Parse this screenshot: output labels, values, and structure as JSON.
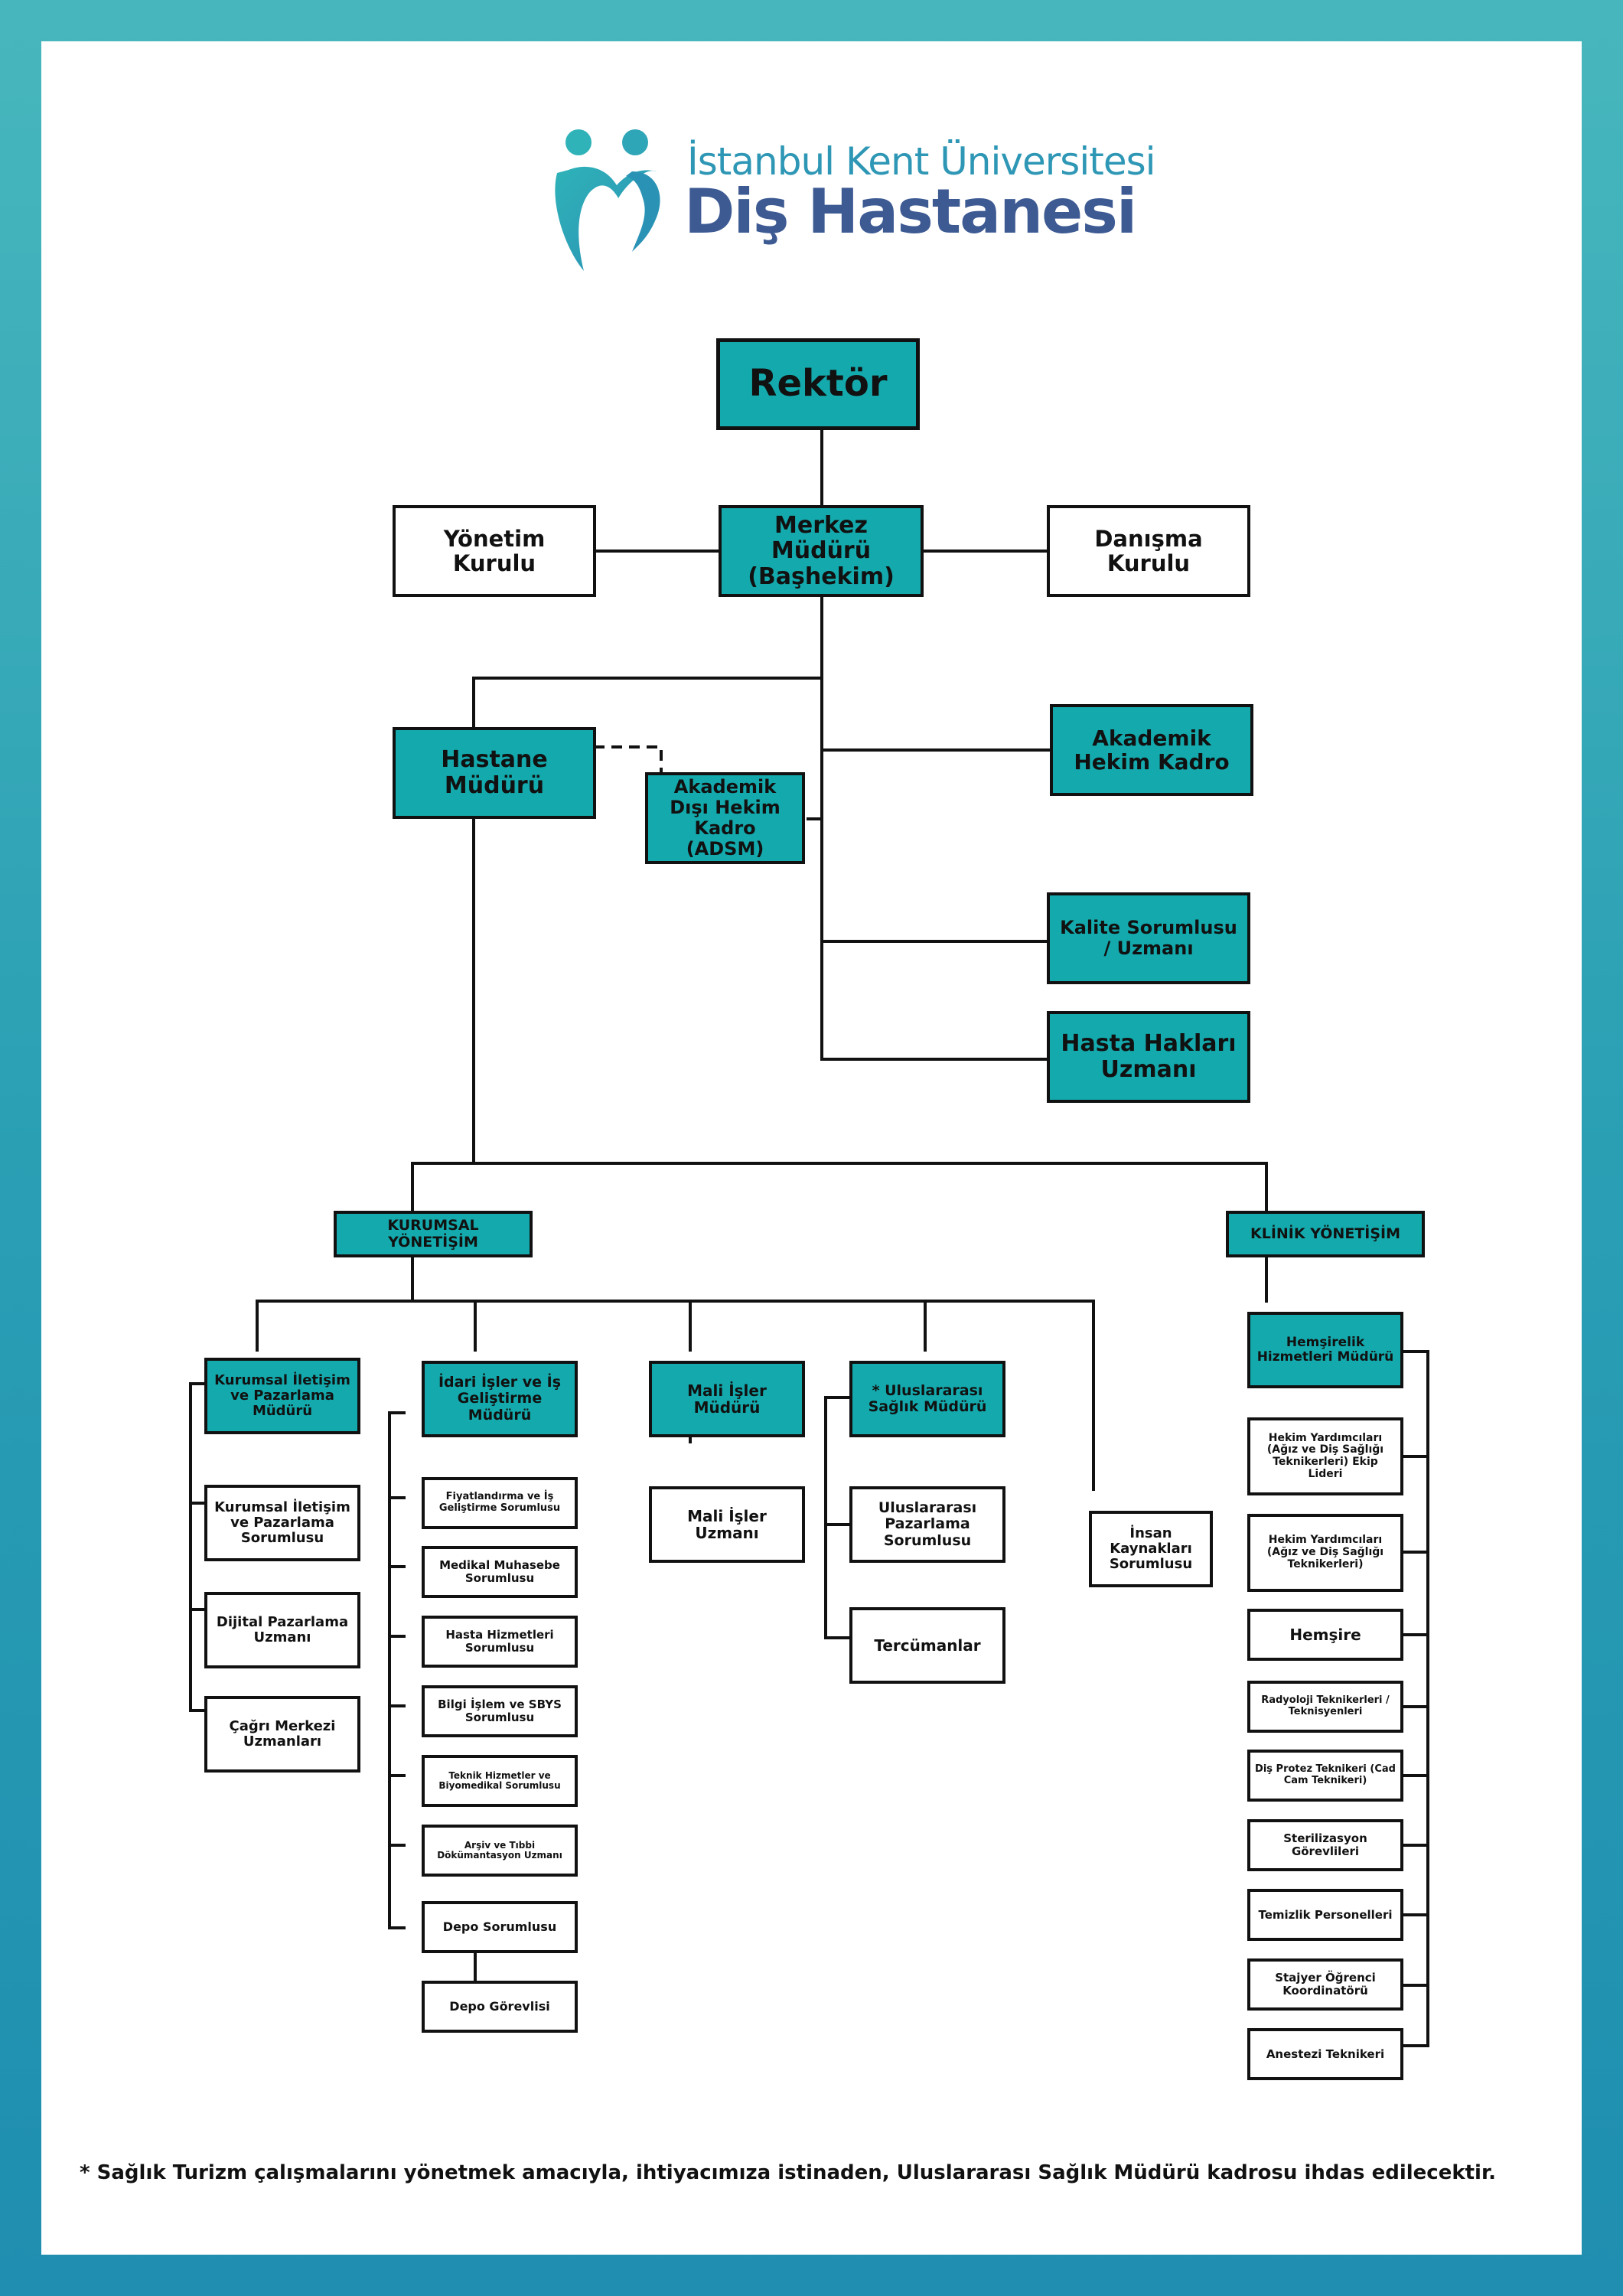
{
  "header": {
    "university": "İstanbul Kent Üniversitesi",
    "hospital": "Diş Hastanesi"
  },
  "colors": {
    "accent": "#14aaad",
    "brand_dark": "#3d5a93",
    "brand_light": "#2e97b5",
    "frame": "#2a9fb4"
  },
  "chart": {
    "rektor": "Rektör",
    "yonetim": "Yönetim Kurulu",
    "merkez": "Merkez Müdürü (Başhekim)",
    "danisma": "Danışma Kurulu",
    "hastane": "Hastane Müdürü",
    "adsm": "Akademik Dışı Hekim Kadro (ADSM)",
    "akademik": "Akademik Hekim Kadro",
    "kalite": "Kalite Sorumlusu / Uzmanı",
    "hasta_haklari": "Hasta Hakları Uzmanı",
    "kurumsal_yonetisim": "KURUMSAL YÖNETİŞİM",
    "klinik_yonetisim": "KLİNİK YÖNETİŞİM",
    "kurumsal_iletisim_mudur": "Kurumsal İletişim ve Pazarlama Müdürü",
    "kurumsal_iletisim_sorumlu": "Kurumsal İletişim ve Pazarlama Sorumlusu",
    "dijital": "Dijital Pazarlama Uzmanı",
    "cagri": "Çağrı Merkezi Uzmanları",
    "idari_mudur": "İdari İşler ve İş Geliştirme Müdürü",
    "fiyat": "Fiyatlandırma ve İş Geliştirme Sorumlusu",
    "medikal": "Medikal Muhasebe Sorumlusu",
    "hasta_hiz": "Hasta Hizmetleri Sorumlusu",
    "bilgi": "Bilgi İşlem ve SBYS Sorumlusu",
    "teknik": "Teknik Hizmetler ve Biyomedikal Sorumlusu",
    "arsiv": "Arşiv ve Tıbbi Dökümantasyon Uzmanı",
    "depo_sor": "Depo Sorumlusu",
    "depo_gor": "Depo Görevlisi",
    "mali_mudur": "Mali İşler Müdürü",
    "mali_uzman": "Mali İşler Uzmanı",
    "ulus_mudur": "* Uluslararası Sağlık Müdürü",
    "ulus_pazar": "Uluslararası Pazarlama Sorumlusu",
    "tercuman": "Tercümanlar",
    "insan": "İnsan Kaynakları Sorumlusu",
    "hemsirelik": "Hemşirelik Hizmetleri Müdürü",
    "hekim_lider": "Hekim Yardımcıları (Ağız ve Diş Sağlığı Teknikerleri) Ekip Lideri",
    "hekim_yard": "Hekim Yardımcıları (Ağız ve Diş Sağlığı Teknikerleri)",
    "hemsire": "Hemşire",
    "radyoloji": "Radyoloji Teknikerleri / Teknisyenleri",
    "dis_protez": "Diş Protez Teknikeri (Cad Cam Teknikeri)",
    "steril": "Sterilizasyon Görevlileri",
    "temizlik": "Temizlik Personelleri",
    "stajyer": "Stajyer Öğrenci Koordinatörü",
    "anestezi": "Anestezi Teknikeri"
  },
  "footnote": "* Sağlık Turizm çalışmalarını yönetmek amacıyla, ihtiyacımıza istinaden, Uluslararası Sağlık Müdürü kadrosu ihdas edilecektir."
}
